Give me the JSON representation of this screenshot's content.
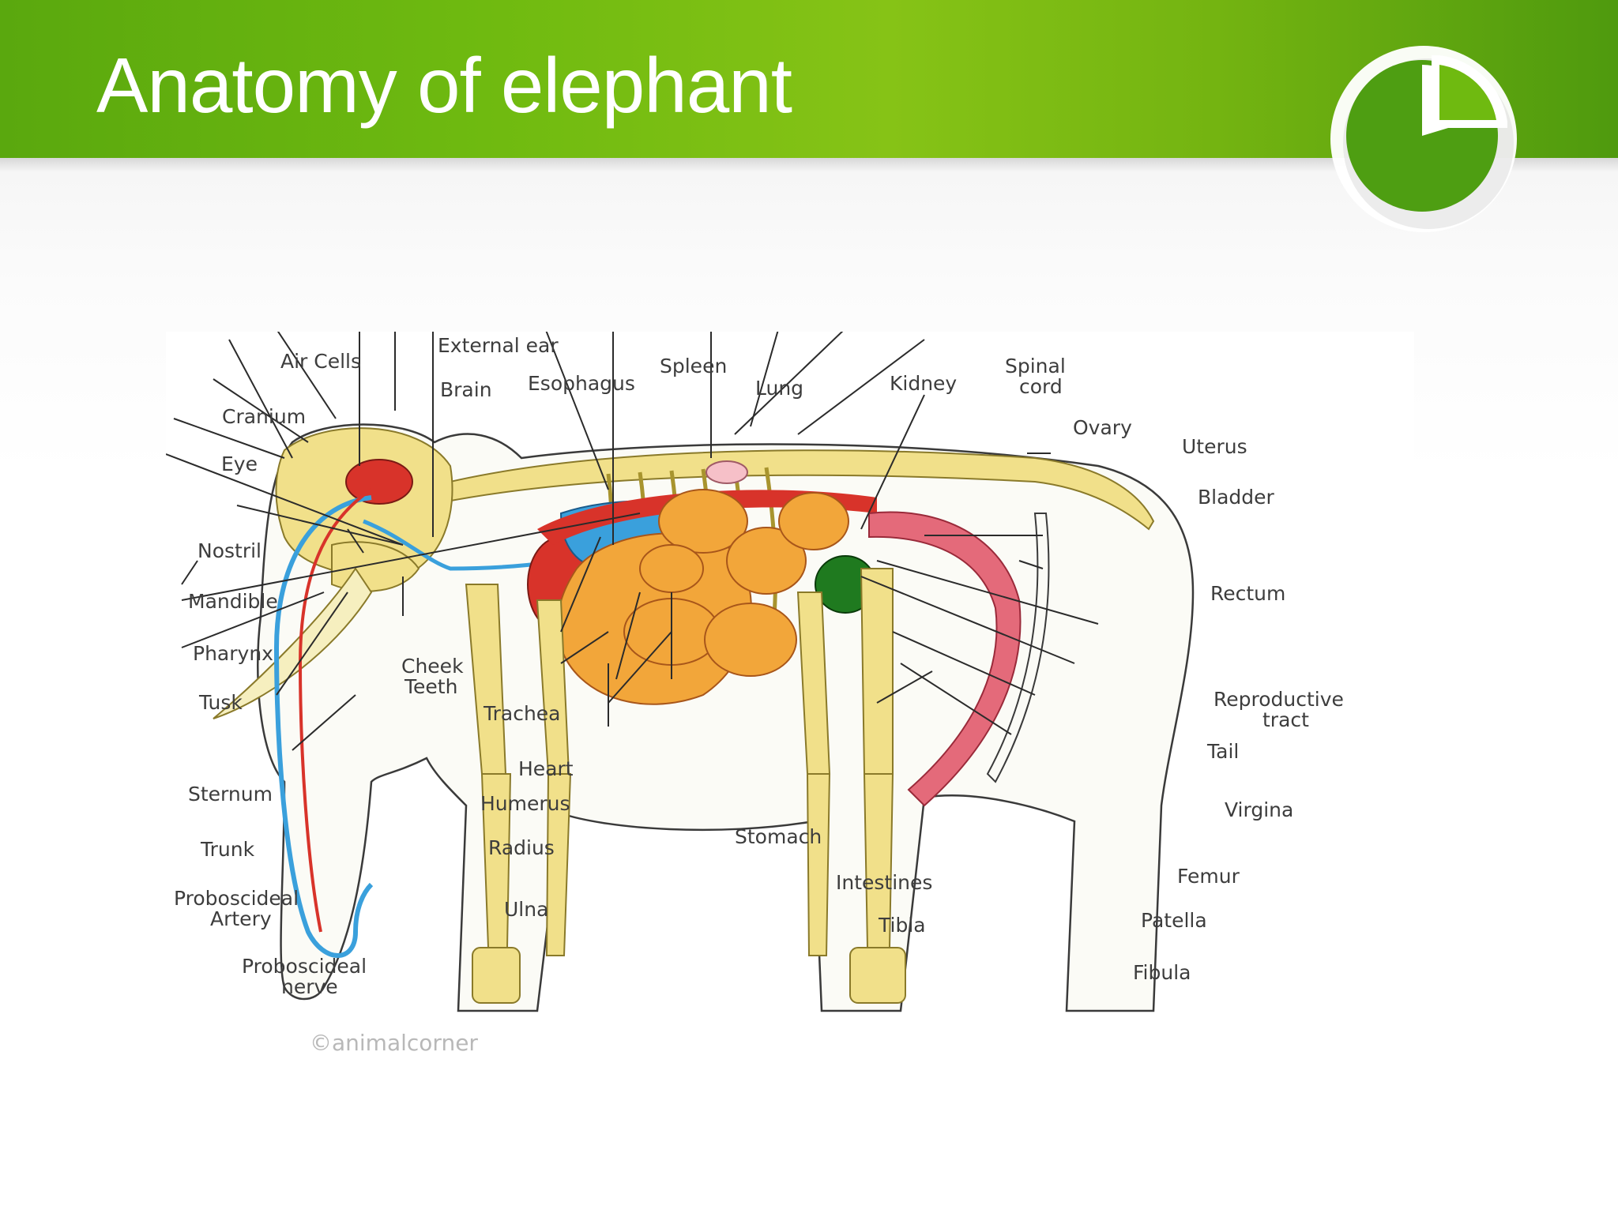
{
  "slide": {
    "title": "Anatomy of elephant"
  },
  "colors": {
    "header_green": "#6fba10",
    "logo_green": "#4e9e12",
    "bone": "#f1e08a",
    "brain_red": "#d8332a",
    "nerve_blue": "#3aa0dc",
    "organ_orange": "#f2a63a",
    "bladder_green": "#1f7a1f"
  },
  "diagram": {
    "watermark": "©animalcorner",
    "labels": {
      "external_ear": "External ear",
      "air_cells": "Air Cells",
      "brain": "Brain",
      "esophagus": "Esophagus",
      "spleen": "Spleen",
      "lung": "Lung",
      "kidney": "Kidney",
      "spinal_cord_1": "Spinal",
      "spinal_cord_2": "cord",
      "ovary": "Ovary",
      "uterus": "Uterus",
      "bladder": "Bladder",
      "cranium": "Cranium",
      "eye": "Eye",
      "nostril": "Nostril",
      "mandible": "Mandible",
      "pharynx": "Pharynx",
      "cheek_teeth_1": "Cheek",
      "cheek_teeth_2": "Teeth",
      "tusk": "Tusk",
      "trachea": "Trachea",
      "rectum": "Rectum",
      "reproductive_tract_1": "Reproductive",
      "reproductive_tract_2": "tract",
      "tail": "Tail",
      "heart": "Heart",
      "sternum": "Sternum",
      "humerus": "Humerus",
      "virgina": "Virgina",
      "radius": "Radius",
      "stomach": "Stomach",
      "trunk": "Trunk",
      "femur": "Femur",
      "intestines": "Intestines",
      "proboscideal_artery_1": "Proboscideal",
      "proboscideal_artery_2": "Artery",
      "ulna": "Ulna",
      "patella": "Patella",
      "tibia": "Tibia",
      "fibula": "Fibula",
      "proboscideal_nerve_1": "Proboscideal",
      "proboscideal_nerve_2": "nerve"
    }
  }
}
